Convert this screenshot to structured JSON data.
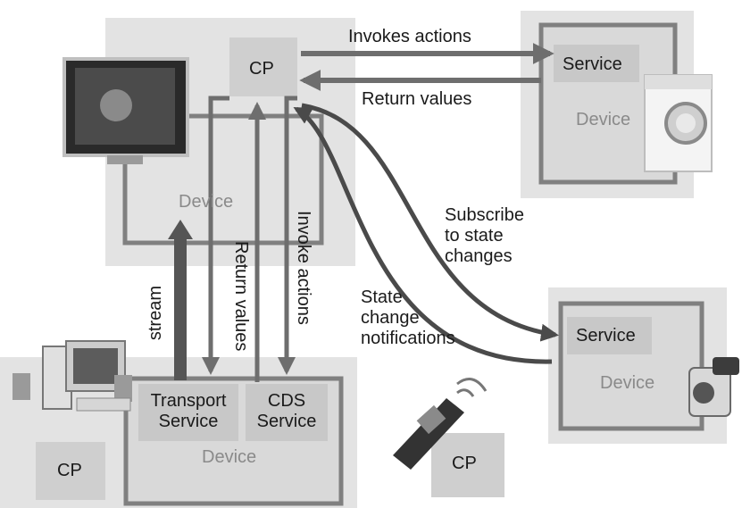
{
  "diagram": {
    "device_left": {
      "label": "Device"
    },
    "device_washer": {
      "service": "Service",
      "label": "Device"
    },
    "device_camera": {
      "service": "Service",
      "label": "Device"
    },
    "device_bottom": {
      "transport_service": "Transport\nService",
      "cds_service": "CDS\nService",
      "label": "Device"
    },
    "cp_top": "CP",
    "cp_bottom_left": "CP",
    "cp_phone": "CP",
    "arrows": {
      "invokes_actions": "Invokes actions",
      "return_values_top": "Return values",
      "return_values_vertical": "Return values",
      "invoke_actions_vertical": "Invoke actions",
      "stream": "stream",
      "subscribe": "Subscribe\nto state\nchanges",
      "state_change": "State\nchange\nnotifications"
    },
    "devices_icons": [
      "tv-icon",
      "washing-machine-icon",
      "camcorder-icon",
      "desktop-computer-icon",
      "mobile-phone-icon"
    ],
    "colors": {
      "region_fill": "#e3e3e3",
      "box_fill": "#d4d4d4",
      "border": "#808080",
      "arrow": "#6e6e6e",
      "curve": "#4a4a4a",
      "stream_arrow": "#555555"
    }
  }
}
